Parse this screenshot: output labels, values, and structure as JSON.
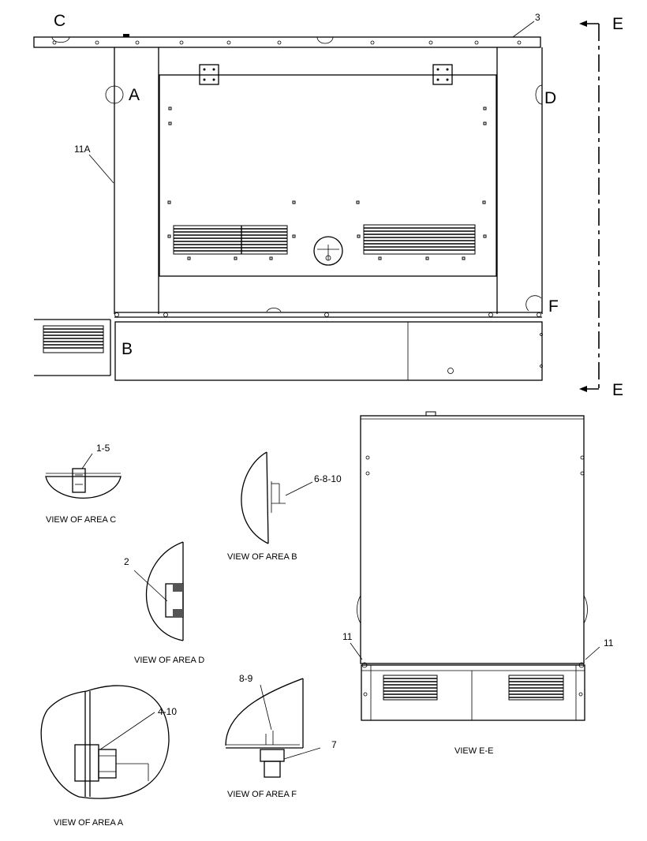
{
  "main_view": {
    "callouts": {
      "c": "C",
      "a": "A",
      "d": "D",
      "f": "F",
      "b": "B",
      "e_top": "E",
      "e_bottom": "E",
      "item_3": "3",
      "item_11a": "11A"
    }
  },
  "details": {
    "area_c": {
      "caption": "VIEW OF AREA C",
      "callout": "1-5"
    },
    "area_b": {
      "caption": "VIEW OF AREA B",
      "callout": "6-8-10"
    },
    "area_d": {
      "caption": "VIEW OF AREA D",
      "callout": "2"
    },
    "area_a": {
      "caption": "VIEW OF AREA  A",
      "callout": "4-10"
    },
    "area_f": {
      "caption": "VIEW OF AREA F",
      "callouts": [
        "8-9",
        "7"
      ]
    },
    "view_e": {
      "caption": "VIEW E-E",
      "callouts": [
        "11",
        "11"
      ]
    }
  }
}
